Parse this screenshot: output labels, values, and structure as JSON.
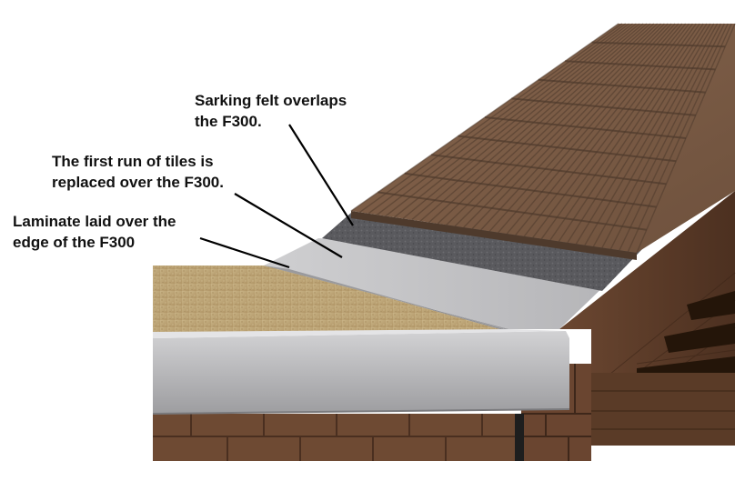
{
  "callouts": {
    "sarking_felt": {
      "line1": "Sarking felt overlaps",
      "line2": "the F300."
    },
    "first_run_tiles": {
      "line1": "The first run of tiles is",
      "line2": "replaced over the F300."
    },
    "laminate": {
      "line1": "Laminate laid over the",
      "line2": "edge of the F300"
    }
  },
  "colors": {
    "tile": "#7a5a44",
    "tile_dark": "#4e3a2c",
    "felt": "#5a5a5e",
    "f300_trim": "#bfbfc1",
    "deck": "#bfa679",
    "brick": "#6e4a33",
    "timber": "#5c3d28",
    "leader": "#000000"
  }
}
